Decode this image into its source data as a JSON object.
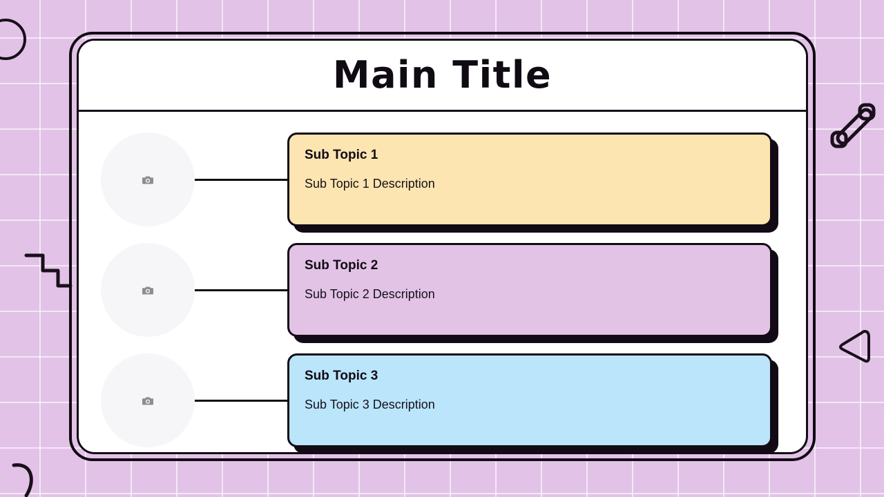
{
  "slide": {
    "title": "Main Title",
    "background_color": "#E2C3E7",
    "frame_border_color": "#120A14",
    "panel_color": "#FFFFFF"
  },
  "rows": [
    {
      "title": "Sub Topic 1",
      "description": "Sub Topic 1 Description",
      "card_color": "#FCE5B0",
      "thumb_color": "#F6F5F8",
      "thumb_icon": "camera-icon"
    },
    {
      "title": "Sub Topic 2",
      "description": "Sub Topic 2 Description",
      "card_color": "#E2C3E6",
      "thumb_color": "#F6F5F8",
      "thumb_icon": "camera-icon"
    },
    {
      "title": "Sub Topic 3",
      "description": "Sub Topic 3 Description",
      "card_color": "#BAE5FB",
      "thumb_color": "#F6F5F8",
      "thumb_icon": "camera-icon"
    }
  ],
  "decorations": [
    {
      "name": "circle-outline-doodle",
      "position": "top-left"
    },
    {
      "name": "zigzag-doodle",
      "position": "mid-left"
    },
    {
      "name": "hook-curve-doodle",
      "position": "bottom-left"
    },
    {
      "name": "percent-slash-doodle",
      "position": "top-right"
    },
    {
      "name": "triangle-outline-doodle",
      "position": "mid-right"
    }
  ]
}
